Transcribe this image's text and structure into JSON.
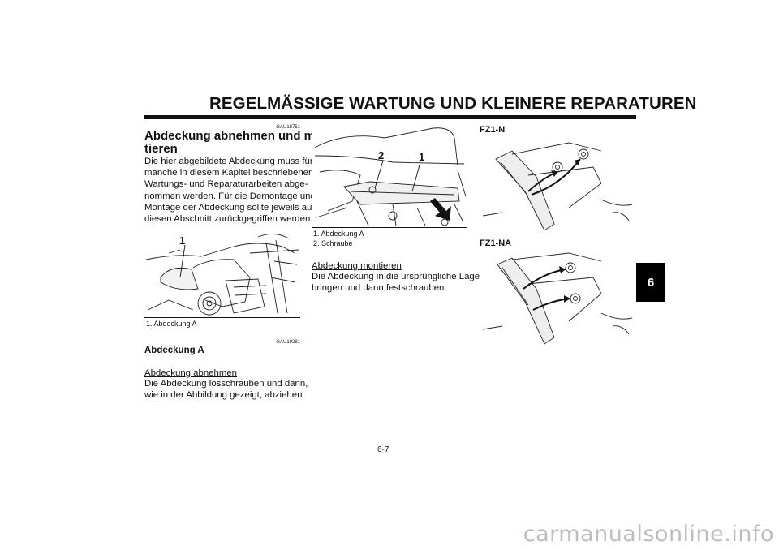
{
  "header": {
    "title": "REGELMÄSSIGE WARTUNG UND KLEINERE REPARATUREN"
  },
  "chapter_tab": "6",
  "left_column": {
    "code1": "GAU18751",
    "heading_line1": "Abdeckung abnehmen und mon-",
    "heading_line2": "tieren",
    "paragraph": [
      "Die hier abgebildete Abdeckung muss für",
      "manche in diesem Kapitel beschriebenen",
      "Wartungs- und Reparaturarbeiten abge-",
      "nommen werden. Für die Demontage und",
      "Montage der Abdeckung sollte jeweils auf",
      "diesen Abschnitt zurückgegriffen werden."
    ],
    "figure_label": "1",
    "caption": "1.  Abdeckung A",
    "code2": "GAU19281",
    "subheading": "Abdeckung A",
    "remove_title": "Abdeckung abnehmen",
    "remove_text": [
      "Die Abdeckung losschrauben und dann,",
      "wie in der Abbildung gezeigt, abziehen."
    ]
  },
  "middle_column": {
    "figure_label_2": "2",
    "figure_label_1": "1",
    "caption_1": "1.  Abdeckung A",
    "caption_2": "2.  Schraube",
    "install_title": "Abdeckung montieren",
    "install_text": [
      "Die Abdeckung in die ursprüngliche Lage",
      "bringen und dann festschrauben."
    ]
  },
  "right_column": {
    "label_fz1n": "FZ1-N",
    "label_fz1na": "FZ1-NA"
  },
  "footer": {
    "page_number": "6-7"
  },
  "watermark": "carmanualsonline.info"
}
